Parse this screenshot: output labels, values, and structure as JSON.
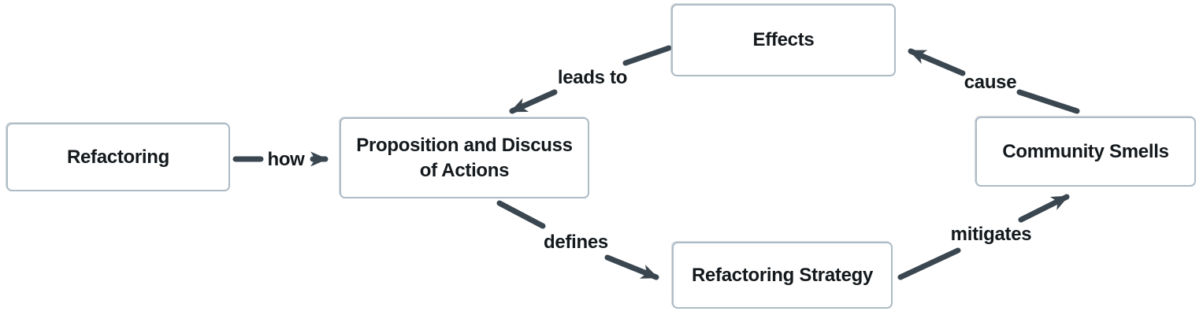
{
  "diagram": {
    "title": "Refactoring and community smells concept diagram",
    "nodes": {
      "refactoring": {
        "label": "Refactoring"
      },
      "proposition": {
        "label": "Proposition and Discuss\nof Actions"
      },
      "effects": {
        "label": "Effects"
      },
      "community_smells": {
        "label": "Community Smells"
      },
      "refactoring_strategy": {
        "label": "Refactoring Strategy"
      }
    },
    "edges": {
      "how": {
        "label": "how",
        "from": "refactoring",
        "to": "proposition"
      },
      "leads_to": {
        "label": "leads to",
        "from": "effects",
        "to": "proposition"
      },
      "cause": {
        "label": "cause",
        "from": "community_smells",
        "to": "effects"
      },
      "defines": {
        "label": "defines",
        "from": "proposition",
        "to": "refactoring_strategy"
      },
      "mitigates": {
        "label": "mitigates",
        "from": "refactoring_strategy",
        "to": "community_smells"
      }
    },
    "colors": {
      "arrow": "#3a4650",
      "node_border": "#aebcc6",
      "node_fill": "#ffffff",
      "text": "#14191d",
      "background": "#ffffff"
    }
  }
}
